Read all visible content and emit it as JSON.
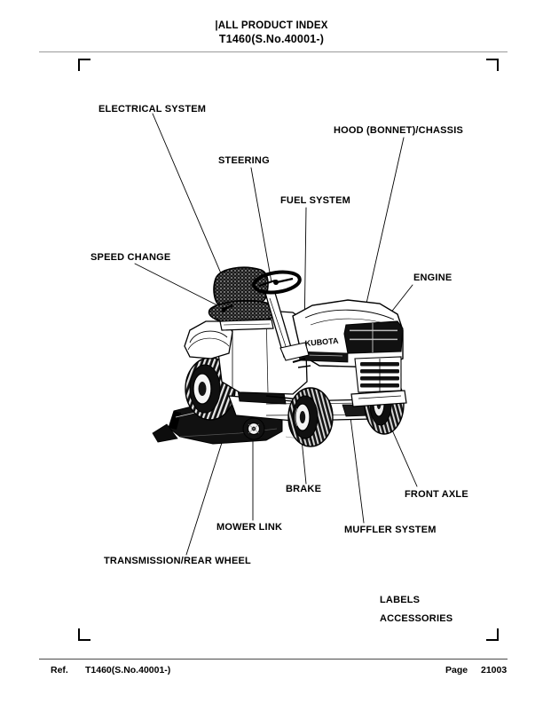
{
  "document": {
    "header": {
      "title_line1": "|ALL PRODUCT INDEX",
      "title_line2": "T1460(S.No.40001-)"
    },
    "footer": {
      "ref_label": "Ref.",
      "ref_value": "T1460(S.No.40001-)",
      "page_label": "Page",
      "page_value": "21003"
    }
  },
  "diagram": {
    "machine_brand": "KUBOTA",
    "callouts": [
      {
        "id": "electrical-system",
        "label": "ELECTRICAL SYSTEM"
      },
      {
        "id": "steering",
        "label": "STEERING"
      },
      {
        "id": "fuel-system",
        "label": "FUEL SYSTEM"
      },
      {
        "id": "hood-bonnet-chassis",
        "label": "HOOD (BONNET)/CHASSIS"
      },
      {
        "id": "engine",
        "label": "ENGINE"
      },
      {
        "id": "speed-change",
        "label": "SPEED CHANGE"
      },
      {
        "id": "front-axle",
        "label": "FRONT AXLE"
      },
      {
        "id": "muffler-system",
        "label": "MUFFLER SYSTEM"
      },
      {
        "id": "brake",
        "label": "BRAKE"
      },
      {
        "id": "mower-link",
        "label": "MOWER LINK"
      },
      {
        "id": "transmission-rear-wheel",
        "label": "TRANSMISSION/REAR WHEEL"
      }
    ],
    "extra_items": [
      {
        "id": "labels",
        "label": "LABELS"
      },
      {
        "id": "accessories",
        "label": "ACCESSORIES"
      }
    ]
  },
  "colors": {
    "ink": "#000000",
    "header_rule": "#9a9a9a",
    "footer_rule": "#4a4a4a",
    "paper": "#ffffff"
  }
}
